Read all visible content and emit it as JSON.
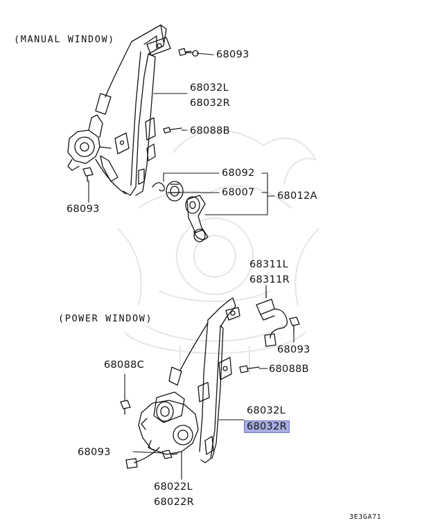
{
  "captions": {
    "manual": "(MANUAL WINDOW)",
    "power": "(POWER WINDOW)"
  },
  "labels": {
    "m_68093_top": "68093",
    "m_68032l": "68032L",
    "m_68032r": "68032R",
    "m_68088b": "68088B",
    "m_68093_left": "68093",
    "m_68092": "68092",
    "m_68007": "68007",
    "m_68012a": "68012A",
    "p_68311l": "68311L",
    "p_68311r": "68311R",
    "p_68093_right": "68093",
    "p_68088b": "68088B",
    "p_68088c": "68088C",
    "p_68032l": "68032L",
    "p_68032r": "68032R",
    "p_68093_left": "68093",
    "p_68022l": "68022L",
    "p_68022r": "68022R"
  },
  "highlight_color": "#a8aee2",
  "diagram_code": "3E3GA71"
}
